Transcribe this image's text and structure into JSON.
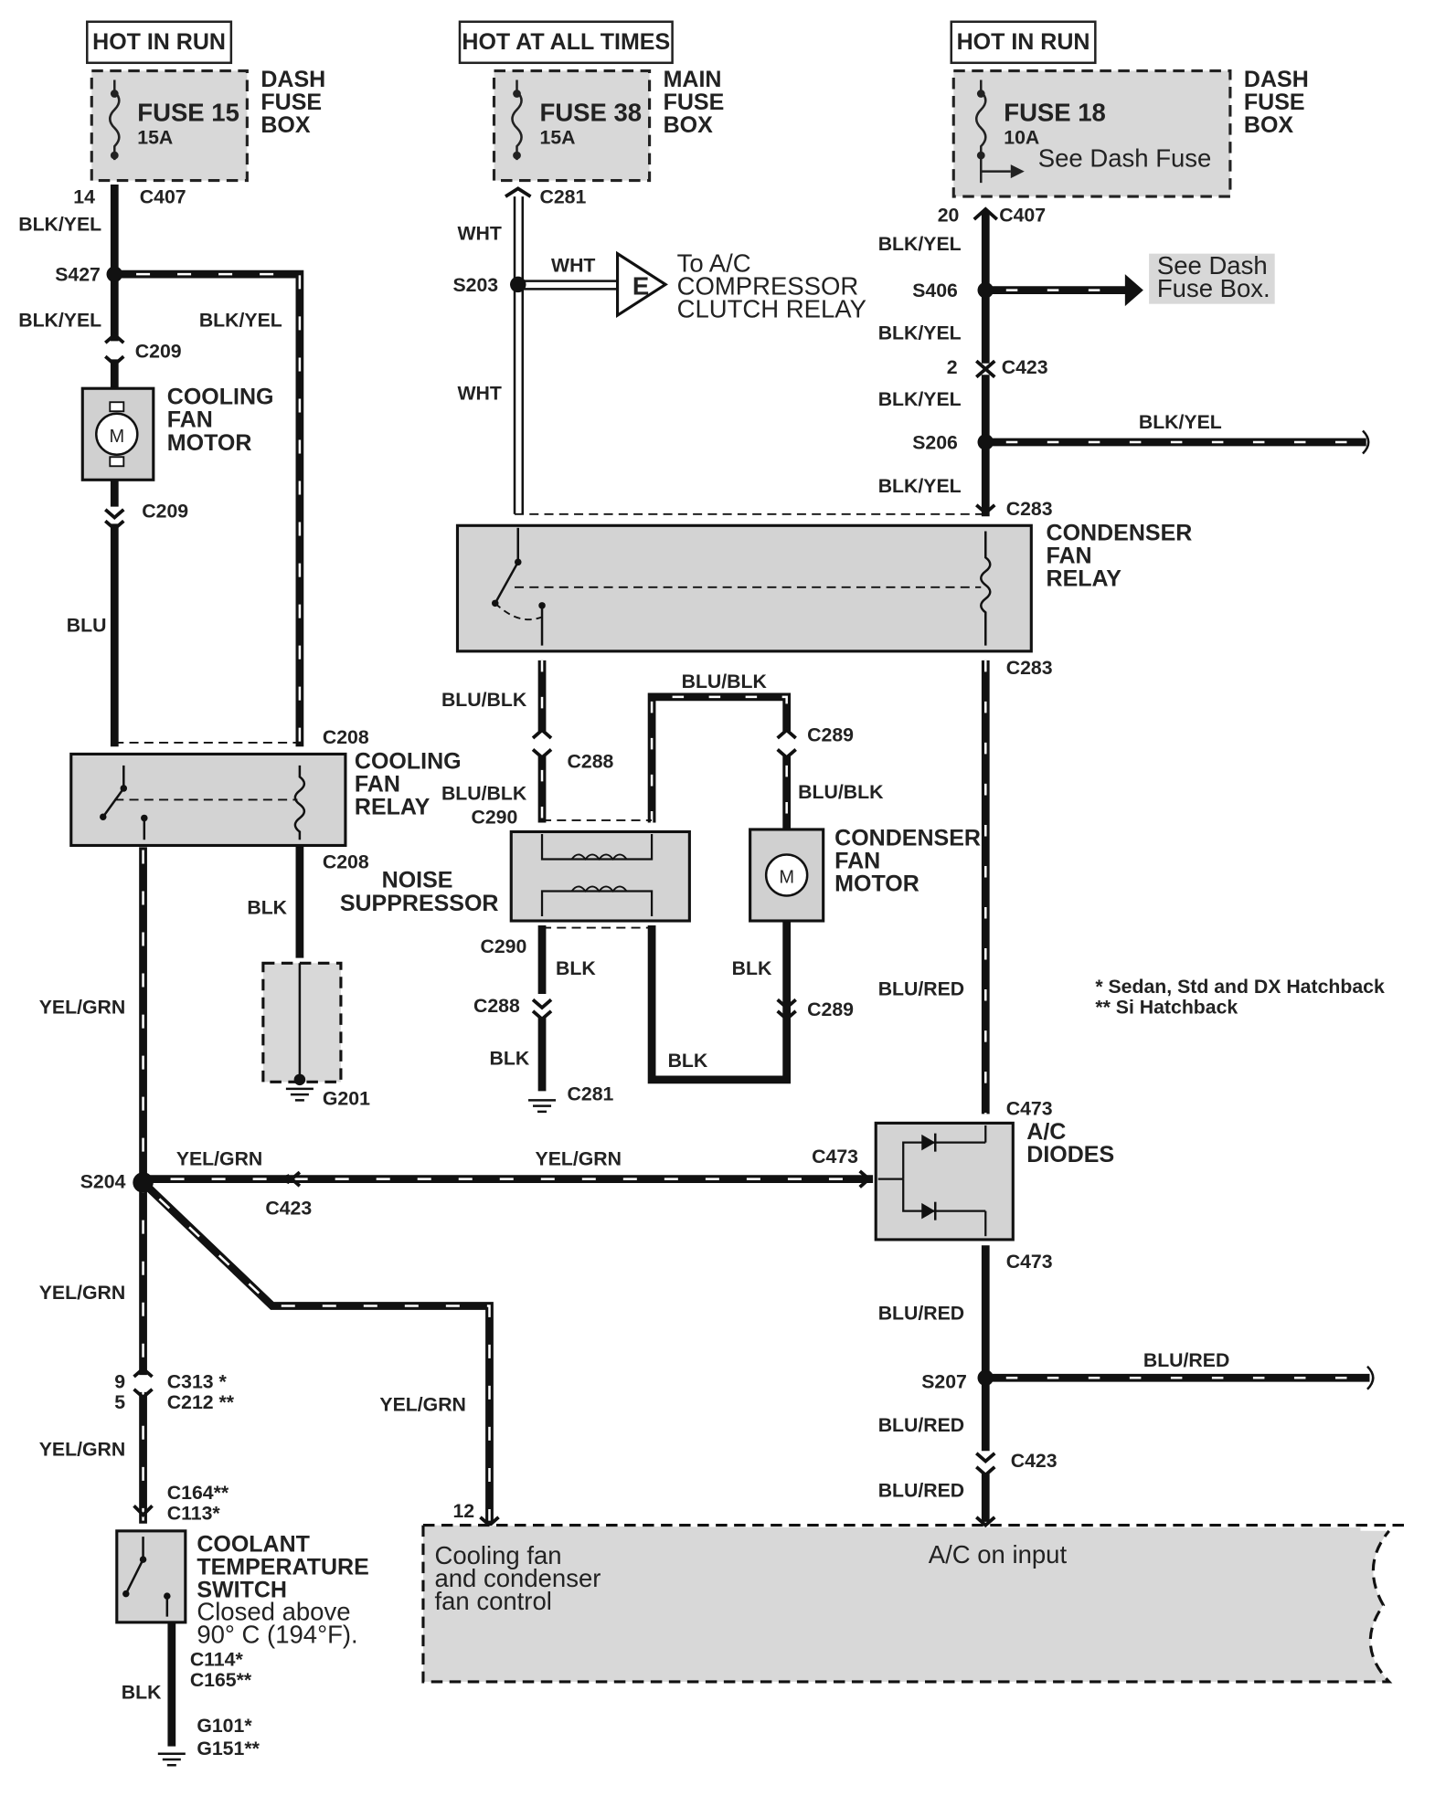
{
  "power": {
    "hot_in_run_1": "HOT IN RUN",
    "hot_at_all_times": "HOT AT ALL TIMES",
    "hot_in_run_2": "HOT IN RUN"
  },
  "fuse15": {
    "name": "FUSE 15",
    "rating": "15A",
    "box": [
      "DASH",
      "FUSE",
      "BOX"
    ]
  },
  "fuse38": {
    "name": "FUSE 38",
    "rating": "15A",
    "box": [
      "MAIN",
      "FUSE",
      "BOX"
    ]
  },
  "fuse18": {
    "name": "FUSE 18",
    "rating": "10A",
    "note": "See Dash Fuse",
    "box": [
      "DASH",
      "FUSE",
      "BOX"
    ]
  },
  "components": {
    "cooling_fan_motor": [
      "COOLING",
      "FAN",
      "MOTOR"
    ],
    "cooling_fan_relay": [
      "COOLING",
      "FAN",
      "RELAY"
    ],
    "condenser_fan_relay": [
      "CONDENSER",
      "FAN",
      "RELAY"
    ],
    "condenser_fan_motor": [
      "CONDENSER",
      "FAN",
      "MOTOR"
    ],
    "noise_suppressor": [
      "NOISE",
      "SUPPRESSOR"
    ],
    "ac_diodes": [
      "A/C",
      "DIODES"
    ],
    "coolant_switch": [
      "COOLANT",
      "TEMPERATURE",
      "SWITCH"
    ],
    "coolant_switch_note": [
      "Closed above",
      "90° C (194°F)."
    ],
    "motor_symbol": "M",
    "ac_relay_marker": "E",
    "ac_relay_text": [
      "To A/C",
      "COMPRESSOR",
      "CLUTCH RELAY"
    ],
    "see_dash_fuse_box": [
      "See Dash",
      "Fuse Box."
    ],
    "control_unit": [
      "Cooling fan",
      "and condenser",
      "fan control"
    ],
    "ac_on_input": "A/C on input"
  },
  "notes": [
    "* Sedan, Std and DX Hatchback",
    "** Si Hatchback"
  ],
  "wires": {
    "blk_yel": "BLK/YEL",
    "wht": "WHT",
    "blu": "BLU",
    "blu_blk": "BLU/BLK",
    "blk": "BLK",
    "yel_grn": "YEL/GRN",
    "blu_red": "BLU/RED"
  },
  "connectors": {
    "c407": "C407",
    "c209": "C209",
    "c208": "C208",
    "c281": "C281",
    "c283": "C283",
    "c288": "C288",
    "c289": "C289",
    "c290": "C290",
    "c423": "C423",
    "c473": "C473",
    "c313": "C313 *",
    "c212": "C212 **",
    "c164": "C164**",
    "c113": "C113*",
    "c114": "C114*",
    "c165": "C165**"
  },
  "splices": {
    "s427": "S427",
    "s203": "S203",
    "s406": "S406",
    "s206": "S206",
    "s204": "S204",
    "s207": "S207"
  },
  "grounds": {
    "g201": "G201",
    "g101": "G101*",
    "g151": "G151**"
  },
  "pins": {
    "p14": "14",
    "p20": "20",
    "p2": "2",
    "p9": "9",
    "p5": "5",
    "p12": "12"
  }
}
